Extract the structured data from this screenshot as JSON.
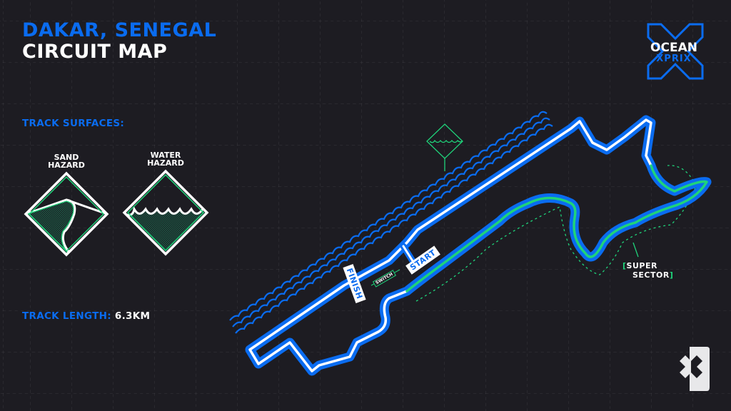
{
  "header": {
    "location": "DAKAR, SENEGAL",
    "subtitle": "CIRCUIT MAP"
  },
  "logo": {
    "line1": "OCEAN",
    "line2": "XPRIX",
    "icon": "x-cross-icon"
  },
  "track_surfaces": {
    "label": "TRACK SURFACES:",
    "items": [
      {
        "name": "SAND\nHAZARD",
        "line1": "SAND",
        "line2": "HAZARD",
        "icon": "sand-hazard-icon"
      },
      {
        "name": "WATER\nHAZARD",
        "line1": "WATER",
        "line2": "HAZARD",
        "icon": "water-hazard-icon"
      }
    ]
  },
  "track_length": {
    "label": "TRACK LENGTH:",
    "value": "6.3KM"
  },
  "map": {
    "start_label": "START",
    "finish_label": "FINISH",
    "switch_label": "SWITCH",
    "super_sector_line1": "SUPER",
    "super_sector_line2": "SECTOR",
    "water_marker_icon": "water-hazard-marker-icon"
  },
  "colors": {
    "background": "#1d1c22",
    "accent_blue": "#0a6cf0",
    "accent_green": "#1fd37a",
    "white": "#ffffff"
  },
  "footer": {
    "brand_icon": "extreme-e-logo-icon"
  }
}
